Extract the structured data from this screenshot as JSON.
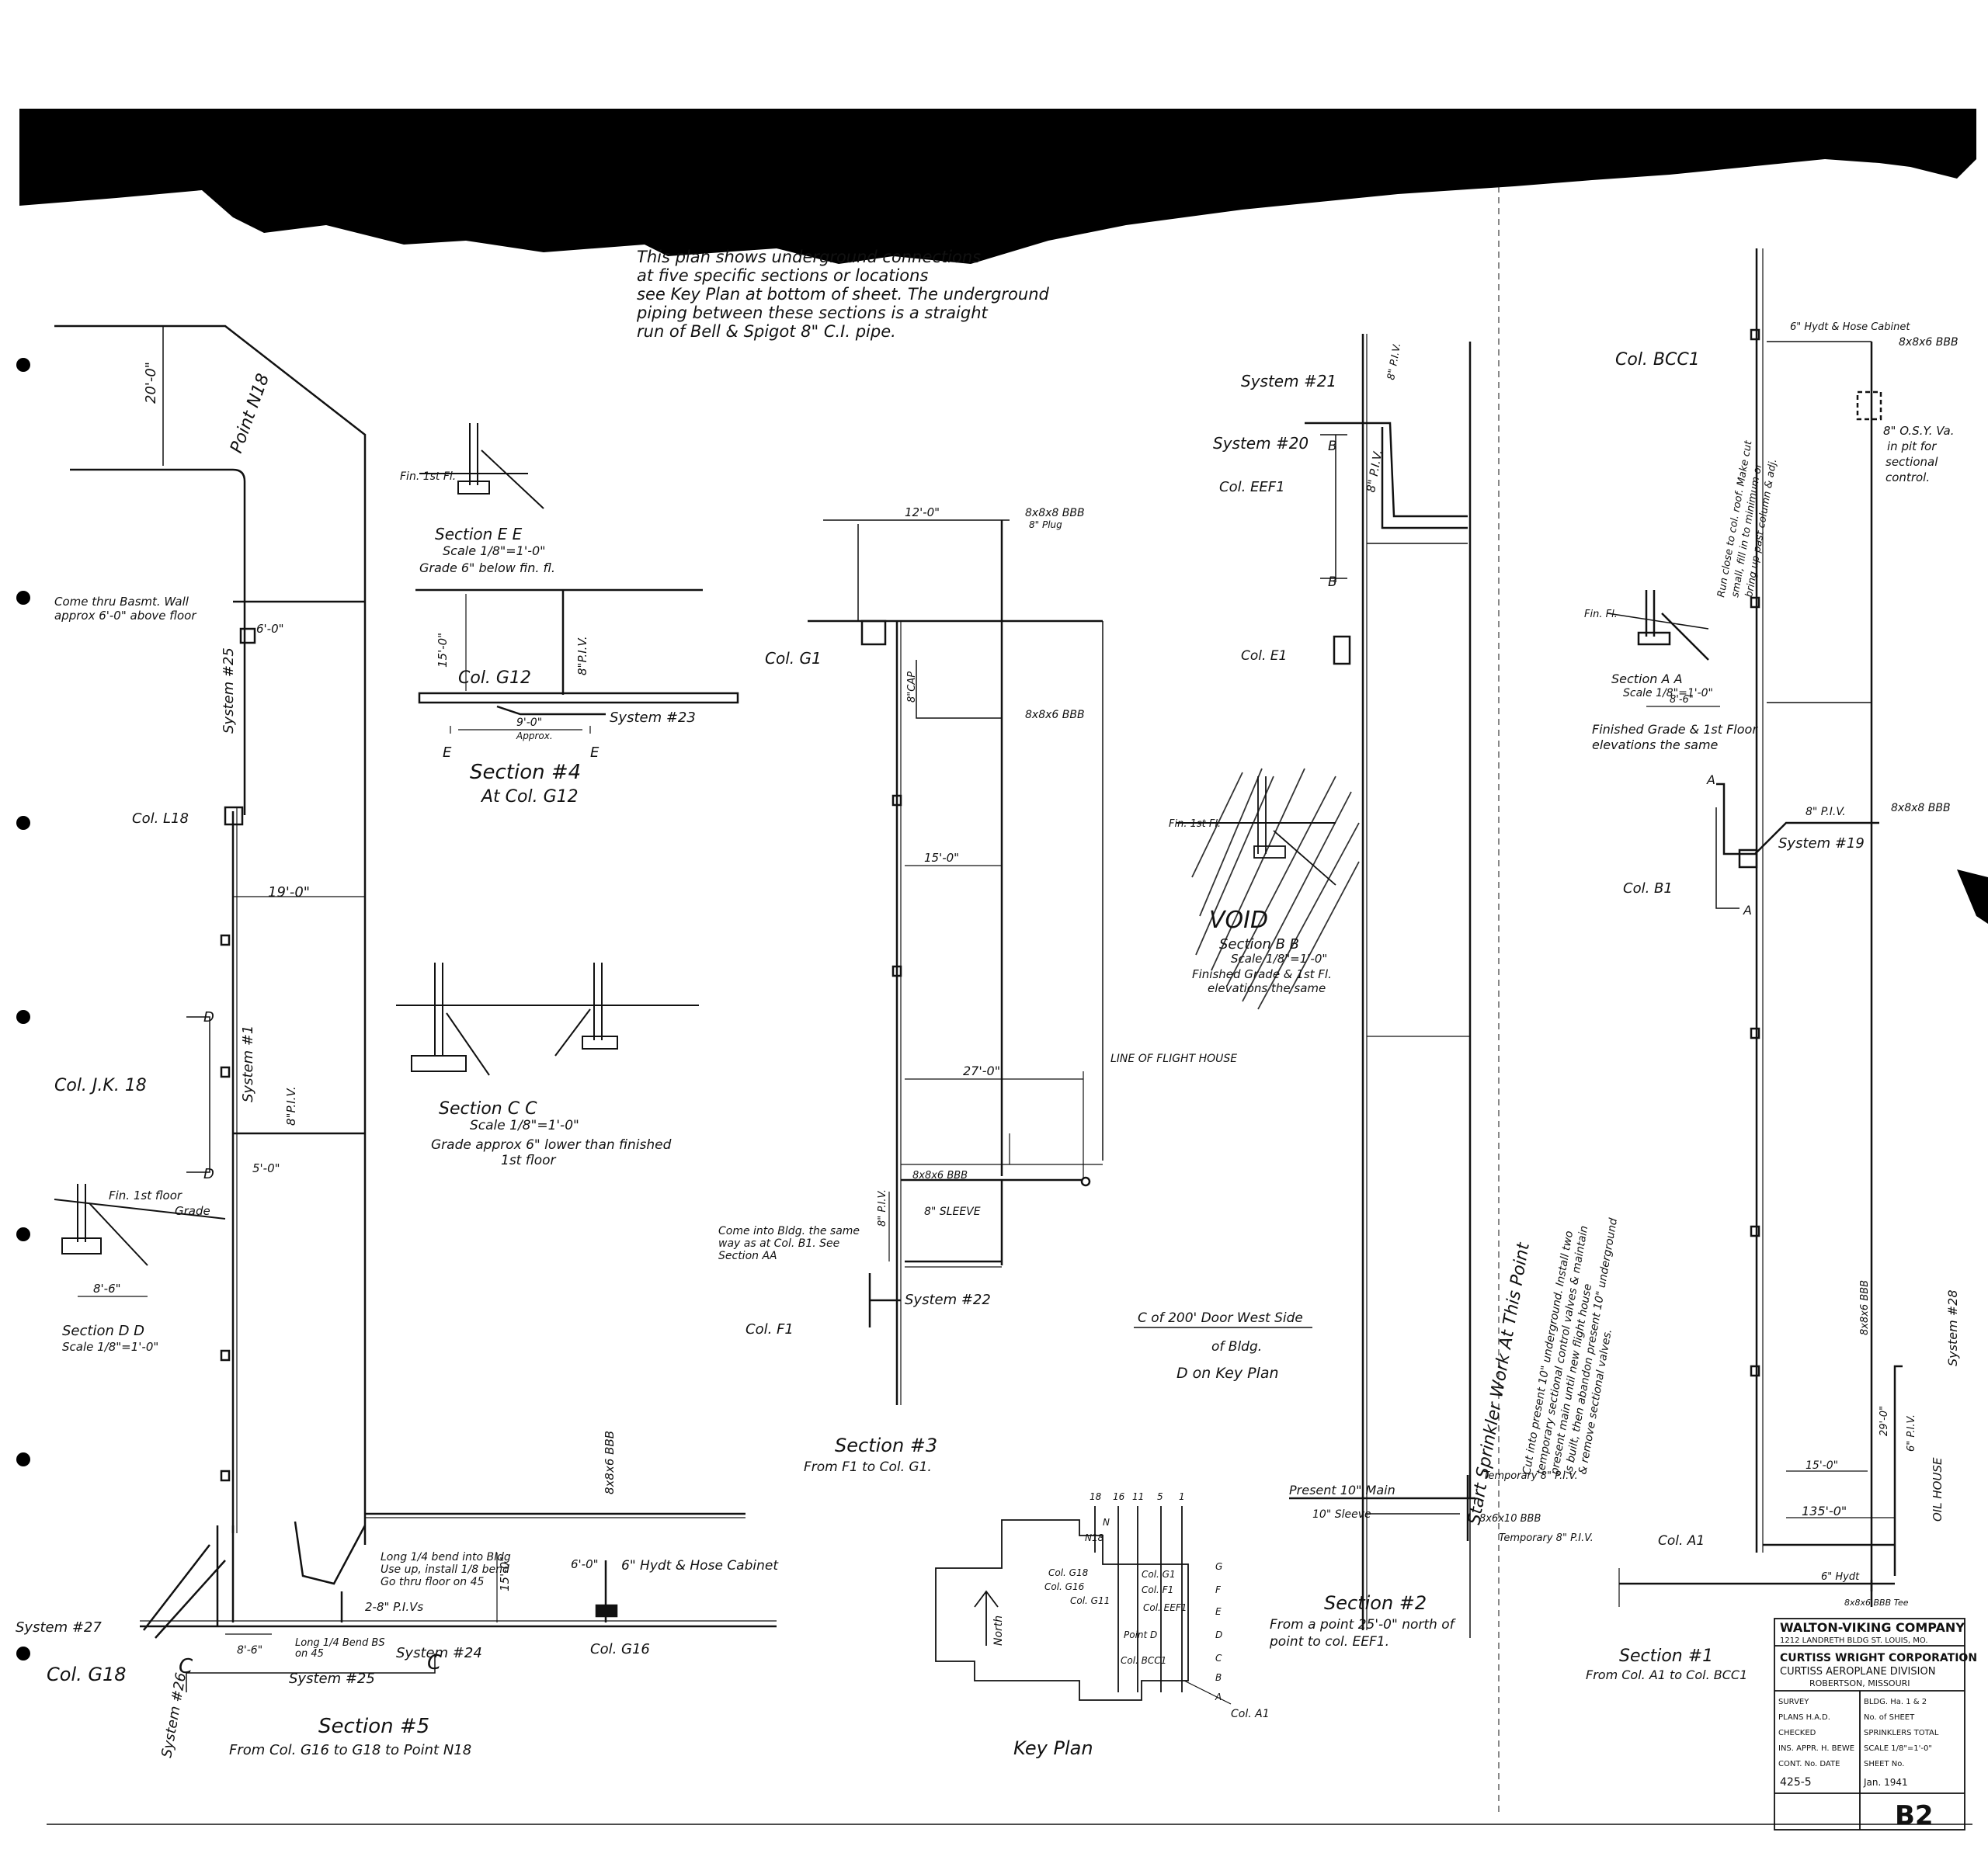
{
  "colors": {
    "ink": "#111111",
    "paper": "#ffffff",
    "torn_edge": "#000000",
    "hatch": "#333333"
  },
  "note": {
    "lines": [
      "This plan shows underground connections",
      "at five specific sections or locations",
      "see Key Plan at bottom of sheet. The underground",
      "piping between these sections is a straight",
      "run of Bell & Spigot 8\" C.I. pipe."
    ]
  },
  "section5": {
    "title": "Section #5",
    "subtitle": "From Col. G16 to G18 to Point N18",
    "point": "Point N18",
    "systems": [
      "System #25",
      "System #1",
      "System #24",
      "System #27",
      "System #26"
    ],
    "cols": [
      "Col. L18",
      "Col. J.K. 18",
      "Col. G18",
      "Col. G16"
    ],
    "basement_note": [
      "Come thru Basmt. Wall",
      "approx 6'-0\" above floor"
    ],
    "piv_label": "8\"P.I.V.",
    "hydrant": "6\" Hydt & Hose Cabinet",
    "bbb": "8x8x6 BBB",
    "long_bend_note": [
      "Long 1/4 bend into Bldg",
      "Use up, install 1/8 bend",
      "Go thru floor on 45"
    ],
    "pivs2": "2-8\" P.I.Vs",
    "long_bend2": [
      "Long 1/4 Bend BS",
      "on 45"
    ],
    "dims": {
      "d20": "20'-0\"",
      "d19": "19'-0\"",
      "d15": "15'-0\"",
      "d6": "6'-0\"",
      "d5": "5'-0\"",
      "d86": "8'-6\""
    },
    "cc_letters": [
      "C",
      "C"
    ],
    "dd_letters": [
      "D",
      "D"
    ]
  },
  "section_dd": {
    "title": "Section D D",
    "scale": "Scale 1/8\"=1'-0\"",
    "grade": "Grade",
    "fin": "Fin. 1st floor",
    "dim": "8'-6\""
  },
  "section_ee": {
    "title": "Section E E",
    "scale": "Scale 1/8\"=1'-0\"",
    "grade": "Grade 6\" below fin. fl.",
    "fin": "Fin. 1st Fl."
  },
  "section4": {
    "title": "Section #4",
    "subtitle": "At Col. G12",
    "col": "Col. G12",
    "system": "System #23",
    "dims": {
      "d15": "15'-0\"",
      "d9": "9'-0\"",
      "approx": "Approx."
    },
    "letters": [
      "E",
      "E"
    ],
    "piv": "8\"P.I.V."
  },
  "section_cc": {
    "title": "Section C C",
    "scale": "Scale 1/8\"=1'-0\"",
    "grade": [
      "Grade approx 6\" lower than finished",
      "1st floor"
    ]
  },
  "section3": {
    "title": "Section #3",
    "subtitle": "From F1 to Col. G1.",
    "cols": [
      "Col. G1",
      "Col. F1"
    ],
    "system": "System #22",
    "bbb": [
      "8x8x8 BBB",
      "8\" Plug",
      "8x8x6 BBB",
      "8x8x6 BBB"
    ],
    "cap": "8\"CAP",
    "line_flight": "LINE OF FLIGHT HOUSE",
    "sleeve": "8\" SLEEVE",
    "piv": "8\" P.I.V.",
    "dims": {
      "d15": "15'-0\"",
      "d27": "27'-0\"",
      "d12": "12'-0\""
    },
    "note": [
      "Come into Bldg. the same",
      "way as at Col. B1. See",
      "Section AA"
    ]
  },
  "section_bb": {
    "void": "VOID",
    "title": "Section B B",
    "scale": "Scale 1/8\"=1'-0\"",
    "note": [
      "Finished Grade & 1st Fl.",
      "elevations the same"
    ],
    "fin": "Fin. 1st Fl."
  },
  "section2": {
    "title": "Section #2",
    "subtitle": [
      "From a point 25'-0\" north of",
      "point to col. EEF1."
    ],
    "systems": [
      "System #21",
      "System #20"
    ],
    "cols": [
      "Col. EEF1",
      "Col. E1"
    ],
    "letters": [
      "B",
      "B"
    ],
    "piv": "8\" P.I.V.",
    "start": "Start Sprinkler Work At This Point",
    "present": "Present 10\" Main",
    "sleeve": "10\" Sleeve",
    "temp1": "Temporary 8\" P.I.V.",
    "temp2": "Temporary 8\" P.I.V.",
    "bbb": "8x6x10 BBB",
    "door": [
      "C of 200' Door West Side",
      "of Bldg.",
      "D on Key Plan"
    ],
    "note": [
      "Cut into present 10\" underground. Install two",
      "temporary sectional control valves & maintain",
      "present main until new flight house",
      "is built, then abandon present 10\" underground",
      "& remove sectional valves."
    ]
  },
  "section_aa": {
    "title": "Section A A",
    "scale": "Scale 1/8\"=1'-0\"",
    "note": [
      "Finished Grade & 1st Floor",
      "elevations the same"
    ],
    "dim": "8'-6\"",
    "fin": "Fin. Fl."
  },
  "section1": {
    "title": "Section #1",
    "subtitle": "From Col. A1 to Col. BCC1",
    "cols": [
      "Col. BCC1",
      "Col. B1",
      "Col. A1"
    ],
    "system": "System #19",
    "system28": "System #28",
    "hydt_cab": "6\" Hydt & Hose Cabinet",
    "bbb": [
      "8x8x6 BBB",
      "8x8x8 BBB",
      "8x8x6 BBB",
      "8x8x6 BBB Tee"
    ],
    "osy": [
      "8\" O.S.Y. Va.",
      "in pit for",
      "sectional",
      "control."
    ],
    "piv": [
      "8\" P.I.V.",
      "6\" P.I.V."
    ],
    "hydt": "6\" Hydt",
    "oil": "OIL HOUSE",
    "note": [
      "Run close to col. roof. Make cut",
      "small, fill in to minimum or",
      "bring up past column & adj."
    ],
    "letters": [
      "A",
      "A"
    ],
    "dims": {
      "d15": "15'-0\"",
      "d135": "135'-0\"",
      "d29": "29'-0\""
    }
  },
  "key_plan": {
    "title": "Key Plan",
    "north": "North",
    "cols": [
      "Col. G18",
      "Col. G16",
      "Col. G11",
      "Col. G1",
      "Col. F1",
      "Col. EEF1",
      "Point D",
      "Col. BCC1",
      "Col. A1"
    ],
    "point": "N18",
    "tops": [
      "18",
      "16",
      "11",
      "5",
      "1"
    ],
    "letters": [
      "N",
      "G",
      "F",
      "E",
      "D",
      "C",
      "B",
      "A"
    ]
  },
  "title_block": {
    "company": "WALTON-VIKING COMPANY",
    "address": "1212 LANDRETH BLDG  ST. LOUIS, MO.",
    "client": "CURTISS WRIGHT CORPORATION",
    "division": "CURTISS AEROPLANE DIVISION",
    "place": "ROBERTSON, MISSOURI",
    "rows": [
      [
        "SURVEY",
        "BLDG. Ha. 1 & 2"
      ],
      [
        "PLANS   H.A.D.",
        "No. of   SHEET"
      ],
      [
        "CHECKED",
        "SPRINKLERS TOTAL"
      ],
      [
        "INS. APPR. H. BEWE",
        "SCALE 1/8\"=1'-0\""
      ],
      [
        "CONT. No.   DATE",
        "SHEET No."
      ],
      [
        "425-5",
        "Jan. 1941"
      ]
    ],
    "sheet": "B2"
  }
}
